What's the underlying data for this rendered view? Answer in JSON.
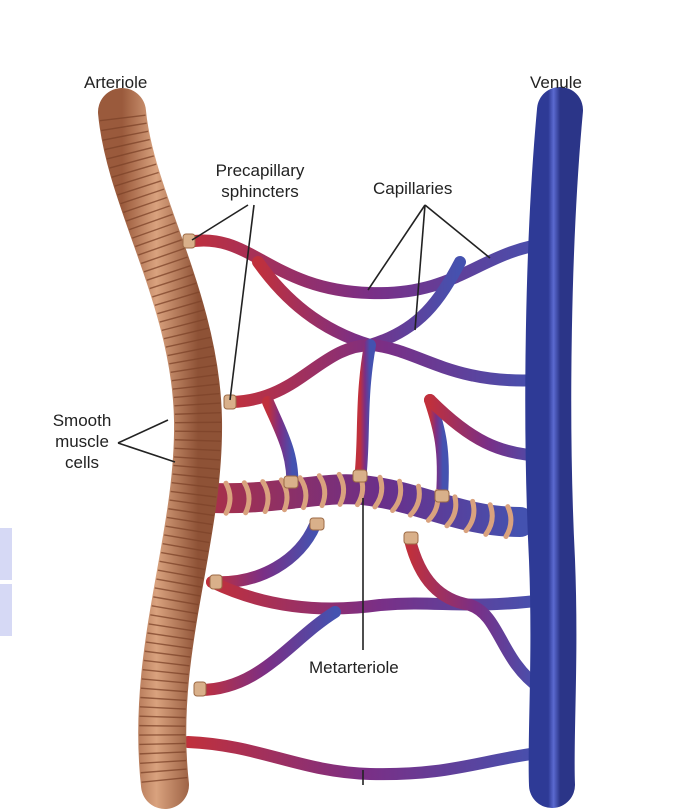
{
  "labels": {
    "arteriole": "Arteriole",
    "venule": "Venule",
    "precapillary_line1": "Precapillary",
    "precapillary_line2": "sphincters",
    "capillaries": "Capillaries",
    "smooth_line1": "Smooth",
    "smooth_line2": "muscle",
    "smooth_line3": "cells",
    "metarteriole": "Metarteriole"
  },
  "colors": {
    "arterial_red": "#c0303c",
    "capillary_purple": "#7a2f86",
    "venous_blue": "#4452b0",
    "smooth_muscle": "#c98f6a",
    "sphincter": "#d9b08a",
    "side_tab": "#d6d9f5"
  }
}
